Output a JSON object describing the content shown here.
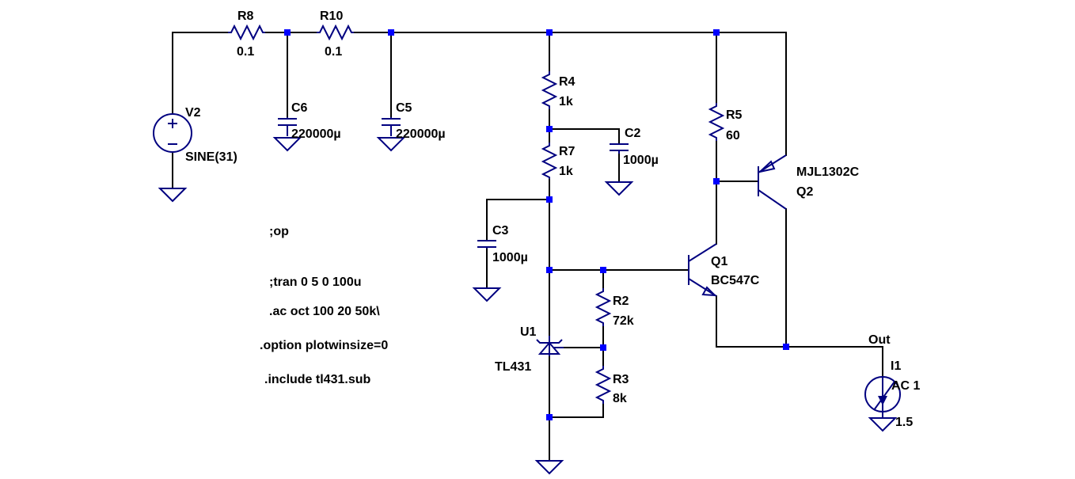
{
  "components": {
    "R8": {
      "name": "R8",
      "value": "0.1"
    },
    "R10": {
      "name": "R10",
      "value": "0.1"
    },
    "C6": {
      "name": "C6",
      "value": "220000µ"
    },
    "C5": {
      "name": "C5",
      "value": "220000µ"
    },
    "V2": {
      "name": "V2",
      "value": "SINE(31)"
    },
    "R4": {
      "name": "R4",
      "value": "1k"
    },
    "R7": {
      "name": "R7",
      "value": "1k"
    },
    "C2": {
      "name": "C2",
      "value": "1000µ"
    },
    "C3": {
      "name": "C3",
      "value": "1000µ"
    },
    "R5": {
      "name": "R5",
      "value": "60"
    },
    "Q2": {
      "name": "Q2",
      "value": "MJL1302C"
    },
    "Q1": {
      "name": "Q1",
      "value": "BC547C"
    },
    "R2": {
      "name": "R2",
      "value": "72k"
    },
    "R3": {
      "name": "R3",
      "value": "8k"
    },
    "U1": {
      "name": "U1",
      "value": "TL431"
    },
    "I1": {
      "name": "I1",
      "value": "AC 1",
      "value2": "1.5"
    }
  },
  "net_labels": {
    "out": "Out"
  },
  "directives": [
    ";op",
    ";tran 0 5 0 100u",
    ".ac oct 100 20 50k\\",
    ".option plotwinsize=0",
    ".include tl431.sub"
  ],
  "colors": {
    "wire": "#000000",
    "component": "#000080",
    "junction": "#0000ff"
  }
}
